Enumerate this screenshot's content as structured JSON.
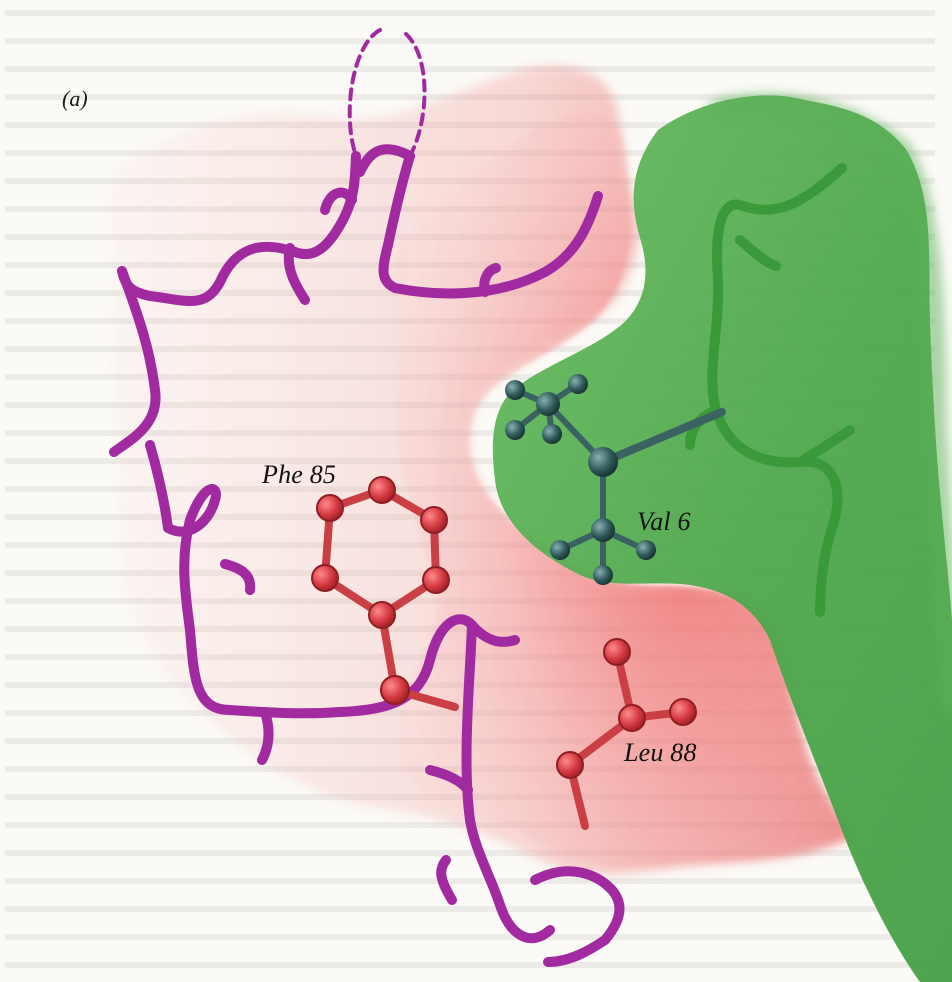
{
  "figure": {
    "panel_label": "(a)",
    "residues": {
      "phe": "Phe 85",
      "val": "Val 6",
      "leu": "Leu 88"
    }
  },
  "colors": {
    "background": "#fbfaf6",
    "red_surface": "#eb5f5f",
    "green_surface": "#4ea74c",
    "purple_backbone": "#a22aa0",
    "red_atoms": "#d43a42",
    "gray_atoms": "#2f5a5a",
    "green_backbone": "#3a9a3a"
  }
}
